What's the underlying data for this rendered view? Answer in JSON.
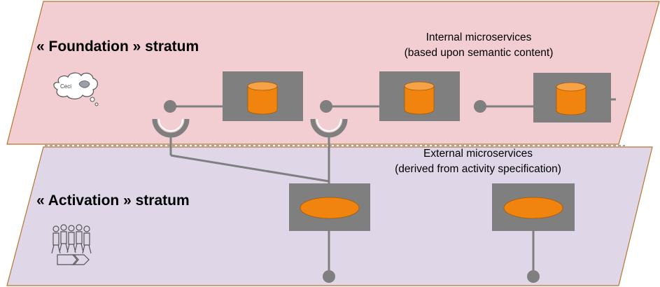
{
  "foundation": {
    "title": "« Foundation » stratum",
    "caption_line1": "Internal microservices",
    "caption_line2": "(based upon semantic content)",
    "icon_label": "Ceci"
  },
  "activation": {
    "title": "« Activation » stratum",
    "caption_line1": "External microservices",
    "caption_line2": "(derived from activity specification)"
  },
  "colors": {
    "foundation_fill": "#f2cdd2",
    "activation_fill": "#dfd7e8",
    "border": "#b8742e",
    "box": "#7f7f7f",
    "orange": "#f0840f",
    "line": "#7f7f7f"
  }
}
